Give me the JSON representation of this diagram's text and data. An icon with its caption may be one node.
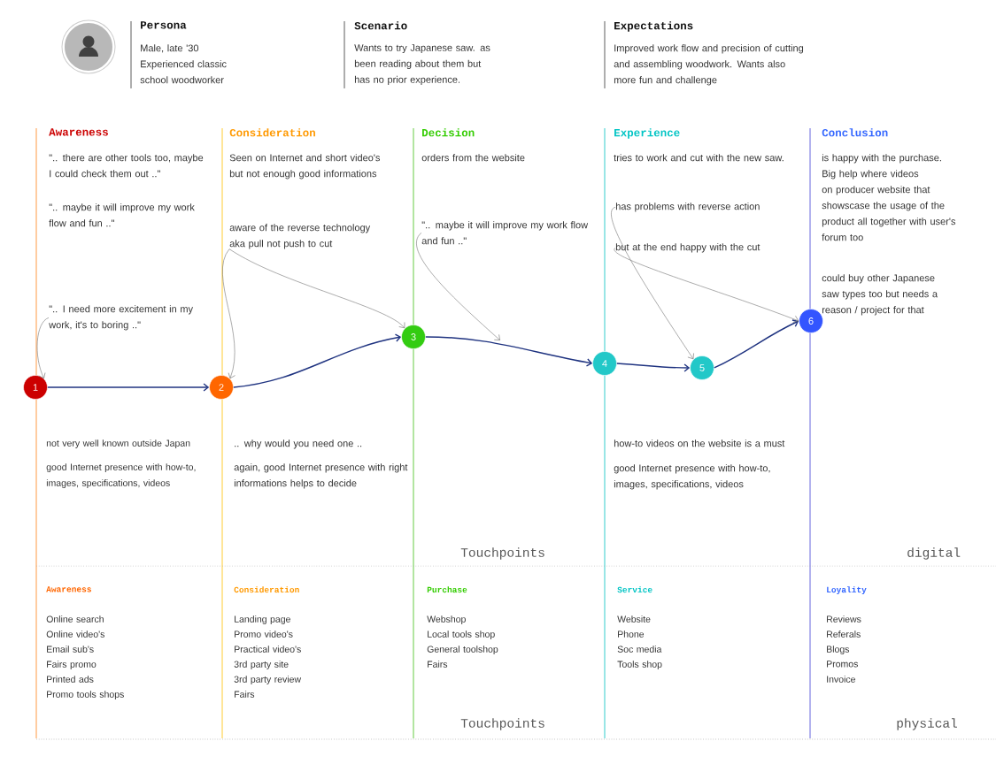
{
  "diagram": {
    "nodes": [
      {
        "text": [
          "1"
        ]
      },
      {
        "text": [
          "2"
        ]
      },
      {
        "text": [
          "3"
        ]
      },
      {
        "text": [
          "4"
        ]
      },
      {
        "text": [
          "5"
        ]
      },
      {
        "text": [
          "6"
        ]
      },
      {
        "text": [
          "\".. I need more excitement in my work, it's to boring ..\""
        ]
      },
      {
        "text": [
          "aware of the reverse technology aka pull not push to cut"
        ]
      },
      {
        "text": [
          "\".. maybe it will improve my work flow and fun ..\""
        ]
      },
      {
        "text": [
          "has problems with reverse action"
        ]
      },
      {
        "text": [
          "but at the end happy with the cut"
        ]
      }
    ],
    "edges": [
      {
        "from": 0,
        "to": 1,
        "arrow": "to",
        "color": "#1f3380"
      },
      {
        "from": 1,
        "to": 2,
        "arrow": "to",
        "color": "#1f3380"
      },
      {
        "from": 2,
        "to": 3,
        "arrow": "to",
        "color": "#1f3380"
      },
      {
        "from": 3,
        "to": 4,
        "arrow": "to",
        "color": "#1f3380"
      },
      {
        "from": 4,
        "to": 5,
        "arrow": "to",
        "color": "#1f3380"
      },
      {
        "from": 6,
        "to": 0,
        "arrow": "to"
      },
      {
        "from": 7,
        "to": 1,
        "arrow": "to"
      },
      {
        "from": 7,
        "to": 2,
        "arrow": "to"
      },
      {
        "from": 8,
        "to": null,
        "arrow": "to"
      },
      {
        "from": 9,
        "to": 4,
        "arrow": "to"
      },
      {
        "from": 10,
        "to": 5,
        "arrow": "to"
      }
    ],
    "labels": [
      "Persona",
      "Male, late '30 Experienced classic school woodworker",
      "Scenario",
      "Wants to try Japanese saw. as been reading about them but has no prior experience.",
      "Expectations",
      "Improved work flow and precision of cutting and assembling woodwork. Wants also more fun and challenge",
      "Awareness",
      "\".. there are other tools too, maybe I could check them out ..\"",
      "\".. maybe it will improve my work flow and fun ..\"",
      "Consideration",
      "Seen on Internet and short video's but not enough good informations",
      "Decision",
      "orders from the website",
      "Experience",
      "tries to work and cut with the new saw.",
      "Conclusion",
      "is happy with the purchase. Big help where videos on producer website that showscase the usage of the product all together with user's forum too",
      "could buy other Japanese saw types too but needs a reason / project for that",
      "not very well known outside Japan",
      "good Internet presence with how-to, images, specifications, videos",
      ".. why would you need one ..",
      "again, good Internet presence with right informations helps to decide",
      "how-to videos on the website is a must",
      "good Internet presence with how-to, images, specifications, videos",
      "Touchpoints",
      "digital",
      "Awareness",
      "Online search",
      "Online video's",
      "Email sub's",
      "Fairs promo",
      "Printed ads",
      "Promo tools shops",
      "Consideration",
      "Landing page",
      "Promo video's",
      "Practical video's",
      "3rd party site",
      "3rd party review",
      "Fairs",
      "Purchase",
      "Webshop",
      "Local tools shop",
      "General toolshop",
      "Fairs",
      "Service",
      "Website",
      "Phone",
      "Soc media",
      "Tools shop",
      "Loyality",
      "Reviews",
      "Referals",
      "Blogs",
      "Promos",
      "Invoice",
      "Touchpoints",
      "physical"
    ]
  }
}
